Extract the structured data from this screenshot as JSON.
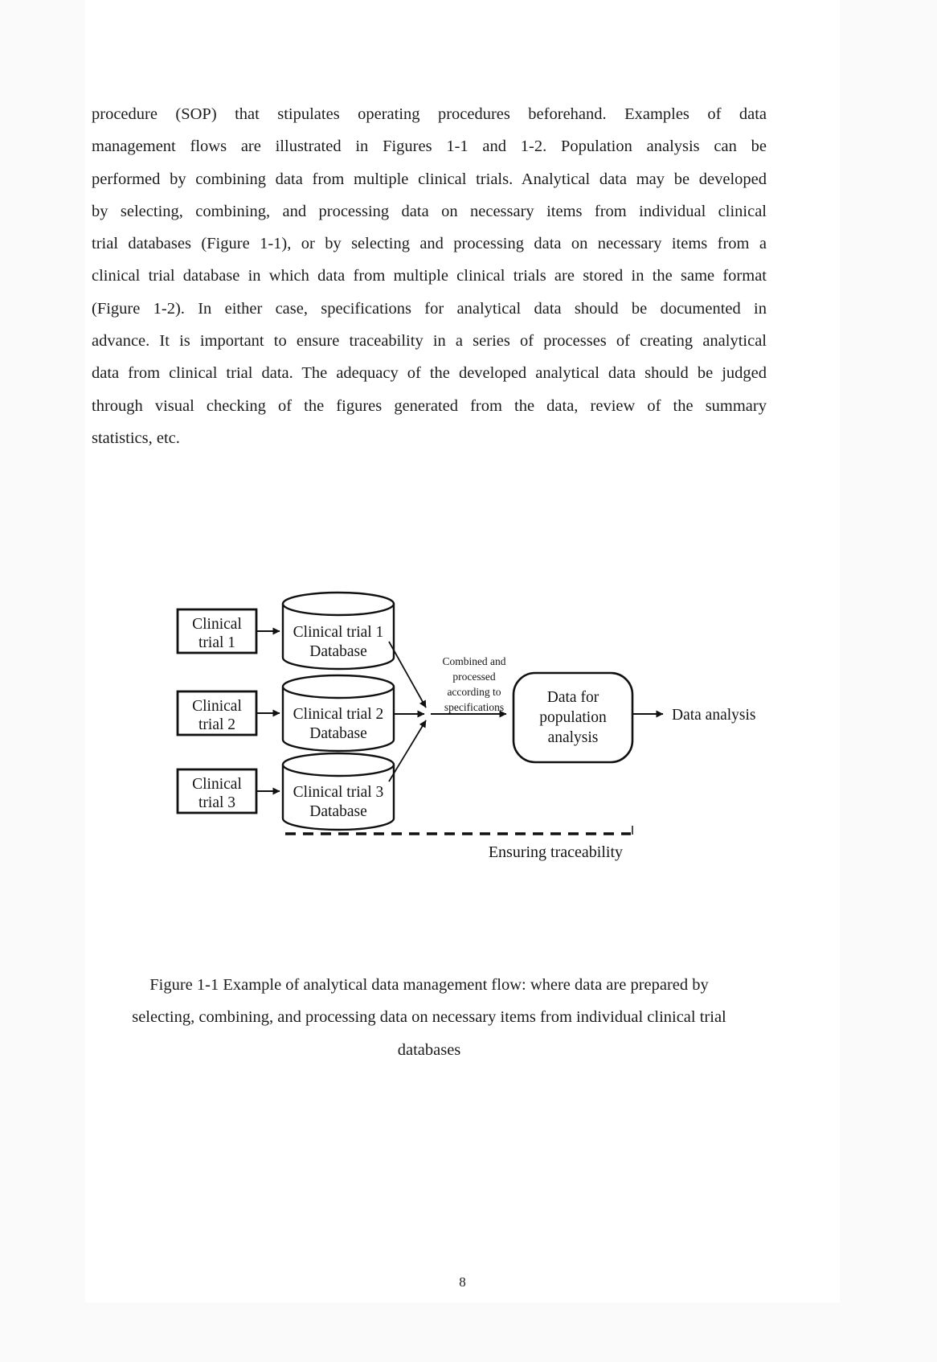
{
  "document": {
    "paragraph_lines": [
      "procedure (SOP) that stipulates operating procedures beforehand. Examples of data",
      "management flows are illustrated in Figures 1-1 and 1-2. Population analysis can be",
      "performed by combining data from multiple clinical trials. Analytical data may be developed",
      "by selecting, combining, and processing data on necessary items from individual clinical",
      "trial databases (Figure 1-1), or by selecting and processing data on necessary items from a",
      "clinical trial database in which data from multiple clinical trials are stored in the same format",
      "(Figure 1-2). In either case, specifications for analytical data should be documented in",
      "advance. It is important to ensure traceability in a series of processes of creating analytical",
      "data from clinical trial data. The adequacy of the developed analytical data should be judged",
      "through visual checking of the figures generated from the data, review of the summary",
      "statistics, etc."
    ],
    "caption_lines": [
      "Figure 1-1 Example of analytical data management flow: where data are prepared by",
      "selecting, combining, and processing data on necessary items from individual clinical trial",
      "databases"
    ],
    "page_number": "8"
  },
  "diagram": {
    "sources": [
      {
        "lines": [
          "Clinical",
          "trial 1"
        ]
      },
      {
        "lines": [
          "Clinical",
          "trial 2"
        ]
      },
      {
        "lines": [
          "Clinical",
          "trial 3"
        ]
      }
    ],
    "databases": [
      {
        "lines": [
          "Clinical trial 1",
          "Database"
        ]
      },
      {
        "lines": [
          "Clinical trial 2",
          "Database"
        ]
      },
      {
        "lines": [
          "Clinical trial 3",
          "Database"
        ]
      }
    ],
    "merge_note_lines": [
      "Combined and",
      "processed",
      "according to",
      "specifications"
    ],
    "process_lines": [
      "Data for",
      "population",
      "analysis"
    ],
    "output_label": "Data analysis",
    "traceability_label": "Ensuring traceability"
  },
  "colors": {
    "backdrop": "#fafafa",
    "page": "#ffffff",
    "ink": "#111111"
  }
}
